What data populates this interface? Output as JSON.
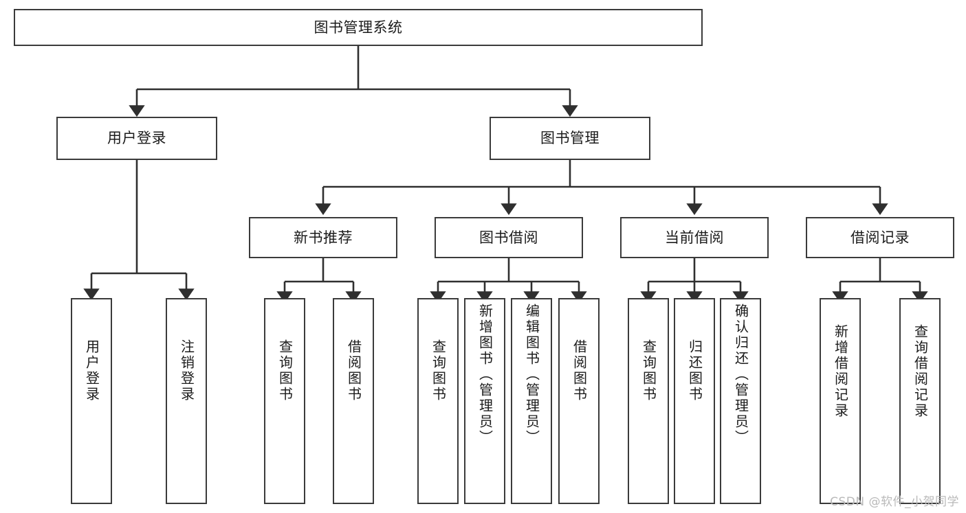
{
  "diagram": {
    "title": "图书管理系统",
    "root": {
      "label": "图书管理系统"
    },
    "level2": [
      {
        "label": "用户登录"
      },
      {
        "label": "图书管理"
      }
    ],
    "level3": [
      {
        "label": "新书推荐"
      },
      {
        "label": "图书借阅"
      },
      {
        "label": "当前借阅"
      },
      {
        "label": "借阅记录"
      }
    ],
    "leaves": {
      "user_login": [
        {
          "label": "用户登录"
        },
        {
          "label": "注销登录"
        }
      ],
      "new_book": [
        {
          "label": "查询图书"
        },
        {
          "label": "借阅图书"
        }
      ],
      "book_borrow": [
        {
          "label": "查询图书"
        },
        {
          "label": "新增图书（管理员）"
        },
        {
          "label": "编辑图书（管理员）"
        },
        {
          "label": "借阅图书"
        }
      ],
      "current_borrow": [
        {
          "label": "查询图书"
        },
        {
          "label": "归还图书"
        },
        {
          "label": "确认归还（管理员）"
        }
      ],
      "borrow_record": [
        {
          "label": "新增借阅记录"
        },
        {
          "label": "查询借阅记录"
        }
      ]
    }
  },
  "watermark": {
    "text": "CSDN @软件_小贺同学"
  },
  "colors": {
    "box_border": "#3a3a3a",
    "connector": "#2f2f2f",
    "text": "#1b1b1b",
    "background": "#ffffff",
    "watermark": "#b9b9b9"
  }
}
